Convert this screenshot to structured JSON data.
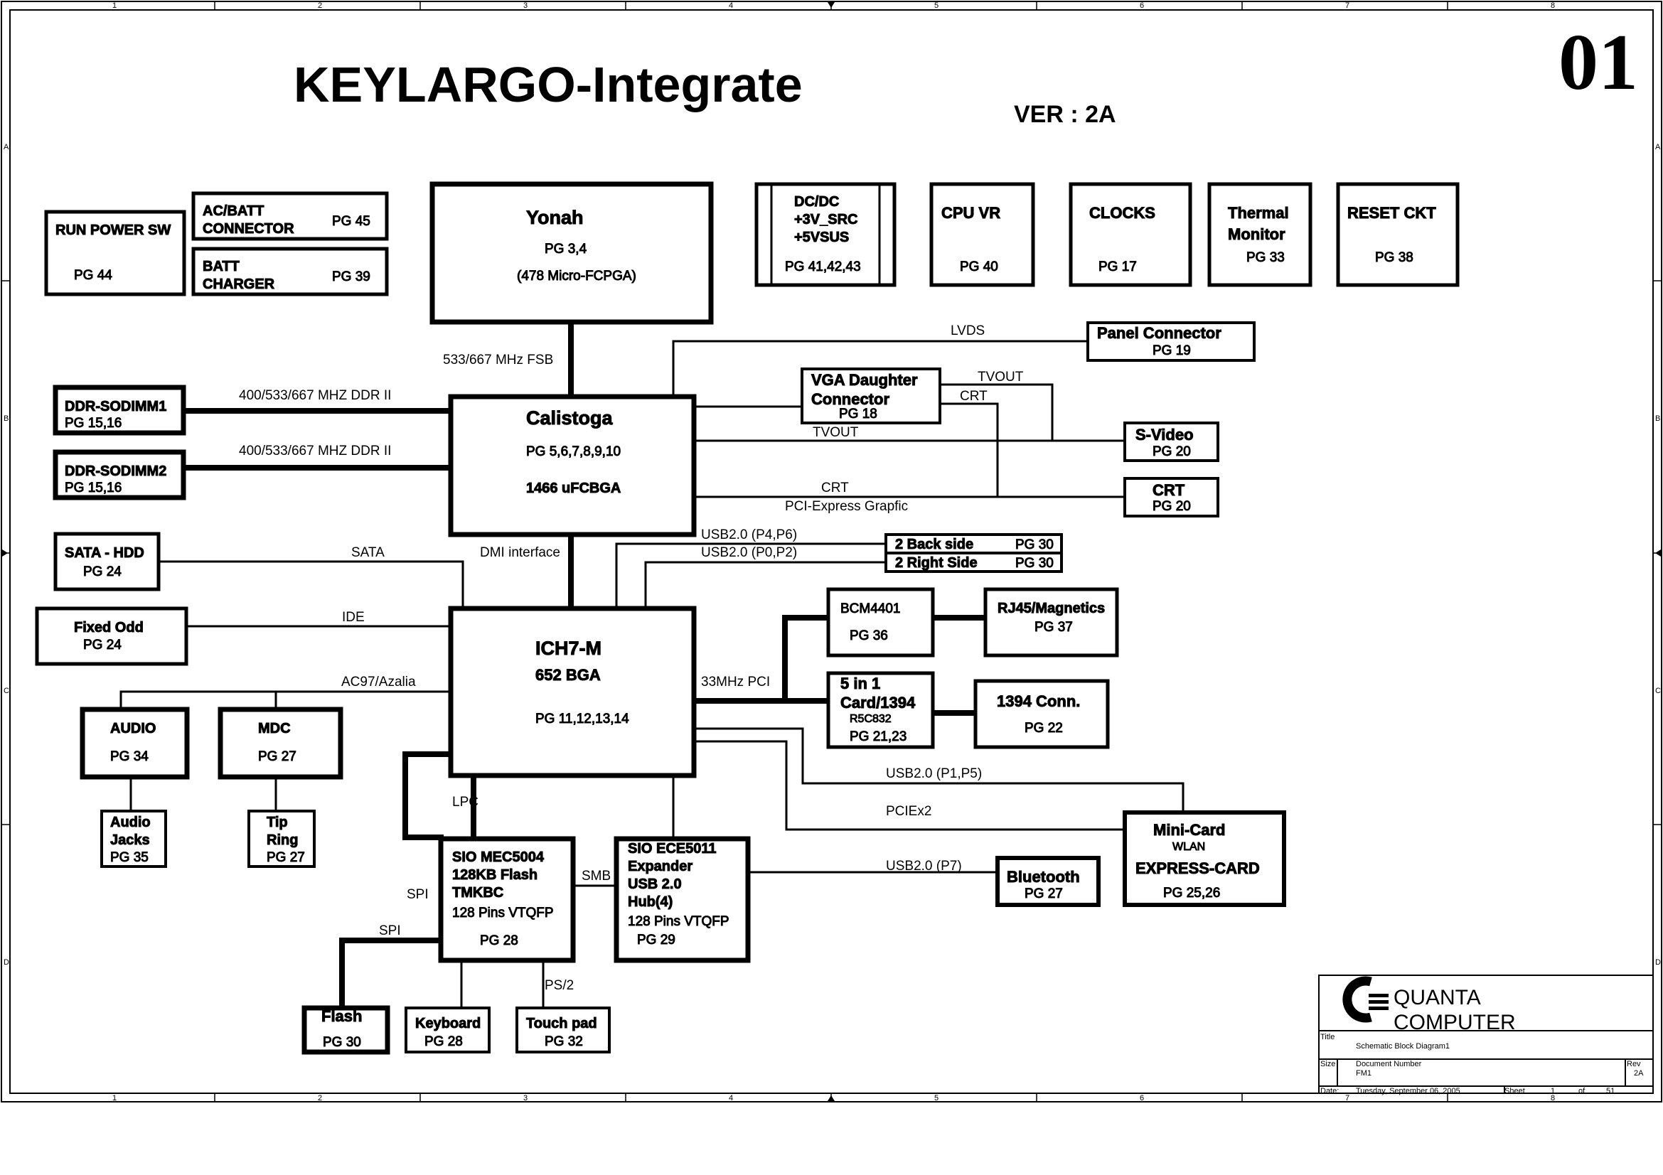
{
  "header": {
    "title": "KEYLARGO-Integrate",
    "version": "VER : 2A",
    "sheet_number": "01"
  },
  "frame": {
    "columns": [
      "1",
      "2",
      "3",
      "4",
      "5",
      "6",
      "7",
      "8"
    ],
    "rows": [
      "A",
      "B",
      "C",
      "D"
    ]
  },
  "blocks": {
    "run_power": {
      "name": "RUN POWER SW",
      "pg": "PG 44"
    },
    "ac_batt": {
      "name1": "AC/BATT",
      "name2": "CONNECTOR",
      "pg": "PG 45"
    },
    "batt_charger": {
      "name1": "BATT",
      "name2": "CHARGER",
      "pg": "PG 39"
    },
    "yonah": {
      "name": "Yonah",
      "pg": "PG 3,4",
      "sub": "(478 Micro-FCPGA)"
    },
    "dcdc": {
      "l1": "DC/DC",
      "l2": "+3V_SRC",
      "l3": "+5VSUS",
      "pg": "PG 41,42,43"
    },
    "cpu_vr": {
      "name": "CPU VR",
      "pg": "PG 40"
    },
    "clocks": {
      "name": "CLOCKS",
      "pg": "PG 17"
    },
    "thermal": {
      "l1": "Thermal",
      "l2": "Monitor",
      "pg": "PG 33"
    },
    "reset": {
      "name": "RESET CKT",
      "pg": "PG 38"
    },
    "panel": {
      "name": "Panel Connector",
      "pg": "PG 19"
    },
    "vga_daughter": {
      "l1": "VGA Daughter",
      "l2": "Connector",
      "pg": "PG 18"
    },
    "svideo": {
      "name": "S-Video",
      "pg": "PG 20"
    },
    "crt": {
      "name": "CRT",
      "pg": "PG 20"
    },
    "ddr1": {
      "name": "DDR-SODIMM1",
      "pg": "PG 15,16"
    },
    "ddr2": {
      "name": "DDR-SODIMM2",
      "pg": "PG 15,16"
    },
    "calistoga": {
      "name": "Calistoga",
      "pg": "PG 5,6,7,8,9,10",
      "sub": "1466 uFCBGA"
    },
    "usb_back": {
      "name": "2 Back side",
      "pg": "PG 30"
    },
    "usb_right": {
      "name": "2 Right Side",
      "pg": "PG 30"
    },
    "sata_hdd": {
      "name": "SATA - HDD",
      "pg": "PG 24"
    },
    "fixed_odd": {
      "name": "Fixed Odd",
      "pg": "PG 24"
    },
    "ich7": {
      "l1": "ICH7-M",
      "l2": "652 BGA",
      "pg": "PG 11,12,13,14"
    },
    "bcm4401": {
      "name": "BCM4401",
      "pg": "PG 36"
    },
    "rj45": {
      "name": "RJ45/Magnetics",
      "pg": "PG 37"
    },
    "card5in1": {
      "l1": "5 in 1",
      "l2": "Card/1394",
      "sub": "R5C832",
      "pg": "PG 21,23"
    },
    "conn1394": {
      "name": "1394 Conn.",
      "pg": "PG 22"
    },
    "audio": {
      "name": "AUDIO",
      "pg": "PG 34"
    },
    "mdc": {
      "name": "MDC",
      "pg": "PG 27"
    },
    "audio_jacks": {
      "l1": "Audio",
      "l2": "Jacks",
      "pg": "PG 35"
    },
    "tip_ring": {
      "l1": "Tip",
      "l2": "Ring",
      "pg": "PG 27"
    },
    "minicard": {
      "l1": "Mini-Card",
      "sub": "WLAN",
      "l2": "EXPRESS-CARD",
      "pg": "PG 25,26"
    },
    "bluetooth": {
      "name": "Bluetooth",
      "pg": "PG 27"
    },
    "sio_mec": {
      "l1": "SIO MEC5004",
      "l2": "128KB Flash",
      "l3": "TMKBC",
      "l4": "128 Pins VTQFP",
      "pg": "PG 28"
    },
    "sio_ece": {
      "l1": "SIO ECE5011",
      "l2": "Expander",
      "l3": "USB 2.0",
      "l4": "Hub(4)",
      "l5": "128 Pins VTQFP",
      "pg": "PG 29"
    },
    "flash": {
      "name": "Flash",
      "pg": "PG 30"
    },
    "keyboard": {
      "name": "Keyboard",
      "pg": "PG 28"
    },
    "touchpad": {
      "name": "Touch pad",
      "pg": "PG 32"
    }
  },
  "buses": {
    "fsb": "533/667 MHz FSB",
    "ddr1": "400/533/667 MHZ DDR II",
    "ddr2": "400/533/667 MHZ DDR II",
    "lvds": "LVDS",
    "tvout_vga": "TVOUT",
    "crt_vga": "CRT",
    "tvout": "TVOUT",
    "crt": "CRT",
    "pcie_graphic": "PCI-Express Grapfic",
    "usb_p4p6": "USB2.0 (P4,P6)",
    "usb_p0p2": "USB2.0 (P0,P2)",
    "sata": "SATA",
    "dmi": "DMI interface",
    "ide": "IDE",
    "ac97": "AC97/Azalia",
    "pci33": "33MHz PCI",
    "usb_p1p5": "USB2.0 (P1,P5)",
    "pciex2": "PCIEx2",
    "usb_p7": "USB2.0 (P7)",
    "lpc": "LPC",
    "smb": "SMB",
    "spi1": "SPI",
    "spi2": "SPI",
    "ps2": "PS/2"
  },
  "title_block": {
    "company1": "QUANTA",
    "company2": "COMPUTER",
    "title_label": "Title",
    "title_value": "Schematic Block Diagram1",
    "size_label": "Size",
    "docnum_label": "Document Number",
    "docnum_value": "FM1",
    "rev_label": "Rev",
    "rev_value": "2A",
    "date_label": "Date:",
    "date_value": "Tuesday, September 06, 2005",
    "sheet_label": "Sheet",
    "sheet_value": "1",
    "of_label": "of",
    "total_value": "51"
  }
}
